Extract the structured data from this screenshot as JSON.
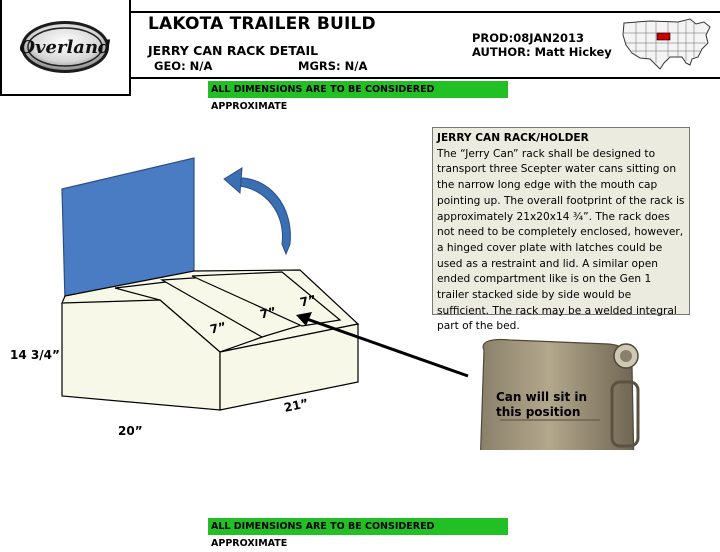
{
  "header": {
    "logo_text": "Overland",
    "title": "LAKOTA TRAILER BUILD",
    "subtitle": "JERRY CAN RACK DETAIL",
    "geo": "GEO: N/A",
    "mgrs": "MGRS: N/A",
    "prod": "PROD:08JAN2013",
    "author": "AUTHOR: Matt Hickey"
  },
  "banners": {
    "top": "ALL DIMENSIONS ARE TO BE CONSIDERED APPROXIMATE",
    "bottom": "ALL DIMENSIONS ARE TO BE CONSIDERED APPROXIMATE"
  },
  "note": {
    "heading": "JERRY CAN RACK/HOLDER",
    "body": "The “Jerry Can” rack shall be designed to transport three Scepter water cans sitting on the narrow long edge with the mouth cap pointing up.  The overall footprint of the rack is approximately 21x20x14 ¾”.  The rack does not need to be completely enclosed, however, a hinged cover plate with latches could be used as a restraint and lid.  A similar open ended compartment like is on the Gen 1 trailer stacked side by side would be sufficient.  The rack may be a welded integral part of the bed."
  },
  "dimensions": {
    "height": "14 3/4”",
    "width": "20”",
    "depth": "21”",
    "slot1": "7”",
    "slot2": "7”",
    "slot3": "7”"
  },
  "callout": "Can will sit in this position",
  "colors": {
    "banner": "#22c024",
    "lid": "#4a7cc4",
    "arrow": "#3a6fb3",
    "can": "#a59a7f",
    "note_bg": "#ebebdf",
    "map_highlight": "#cc0000"
  }
}
